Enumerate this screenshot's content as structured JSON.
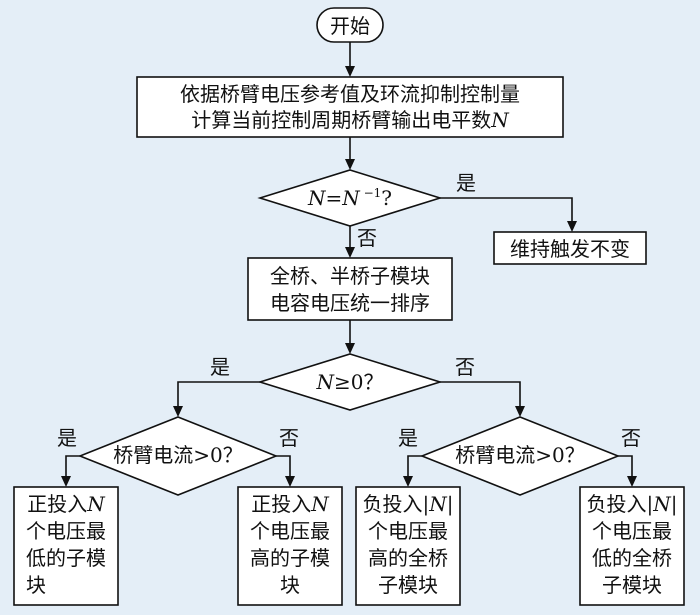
{
  "diagram": {
    "start": {
      "label": "开始"
    },
    "step1": {
      "line1": "依据桥臂电压参考值及环流抑制控制量",
      "line2_prefix": "计算当前控制周期桥臂输出电平数",
      "line2_var": "N"
    },
    "decision1": {
      "var1": "N",
      "eq": "=",
      "var2": "N",
      "sup": " −1",
      "tail": "?"
    },
    "maintain": {
      "label": "维持触发不变"
    },
    "sort": {
      "line1": "全桥、半桥子模块",
      "line2": "电容电压统一排序"
    },
    "decision2": {
      "var": "N",
      "rest": "≥0？"
    },
    "decision_left": {
      "label": "桥臂电流>0？"
    },
    "decision_right": {
      "label": "桥臂电流>0？"
    },
    "labels": {
      "yes": "是",
      "no": "否"
    },
    "out1": {
      "l1_prefix": "正投入",
      "l1_var": "N",
      "l2": "个电压最",
      "l3": "低的子模",
      "l4": "块"
    },
    "out2": {
      "l1_prefix": "正投入",
      "l1_var": "N",
      "l2": "个电压最",
      "l3": "高的子模",
      "l4": "块"
    },
    "out3": {
      "l1_prefix": "负投入|",
      "l1_var": "N",
      "l1_suffix": "|",
      "l2": "个电压最",
      "l3": "高的全桥",
      "l4": "子模块"
    },
    "out4": {
      "l1_prefix": "负投入|",
      "l1_var": "N",
      "l1_suffix": "|",
      "l2": "个电压最",
      "l3": "低的全桥",
      "l4": "子模块"
    }
  }
}
